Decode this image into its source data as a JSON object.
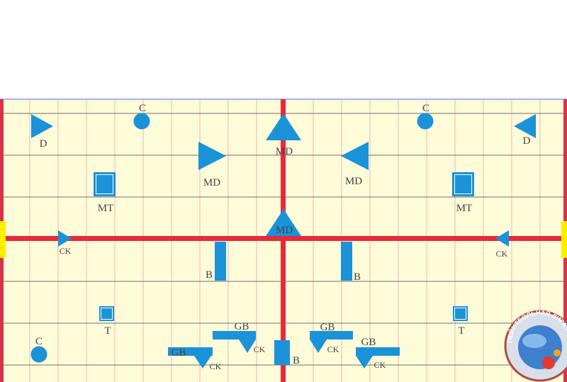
{
  "colors": {
    "field": "#fefbd9",
    "obstacle": "#1b93d8",
    "center_line": "#e8293a",
    "side_line": "#d8314a",
    "grid_major": "#444444",
    "grid_minor": "#eba4b1",
    "edge_marker": "#ffee00",
    "border": "#6a8ae8"
  },
  "labels": {
    "c": "C",
    "d": "D",
    "md": "MD",
    "mt": "MT",
    "ck": "CK",
    "b": "B",
    "t": "T",
    "gb": "GB"
  },
  "logo": {
    "name": "paintball-league-logo",
    "text": "ПЕЙНТБОЛЬНАЯ ЛИГА РФ"
  }
}
